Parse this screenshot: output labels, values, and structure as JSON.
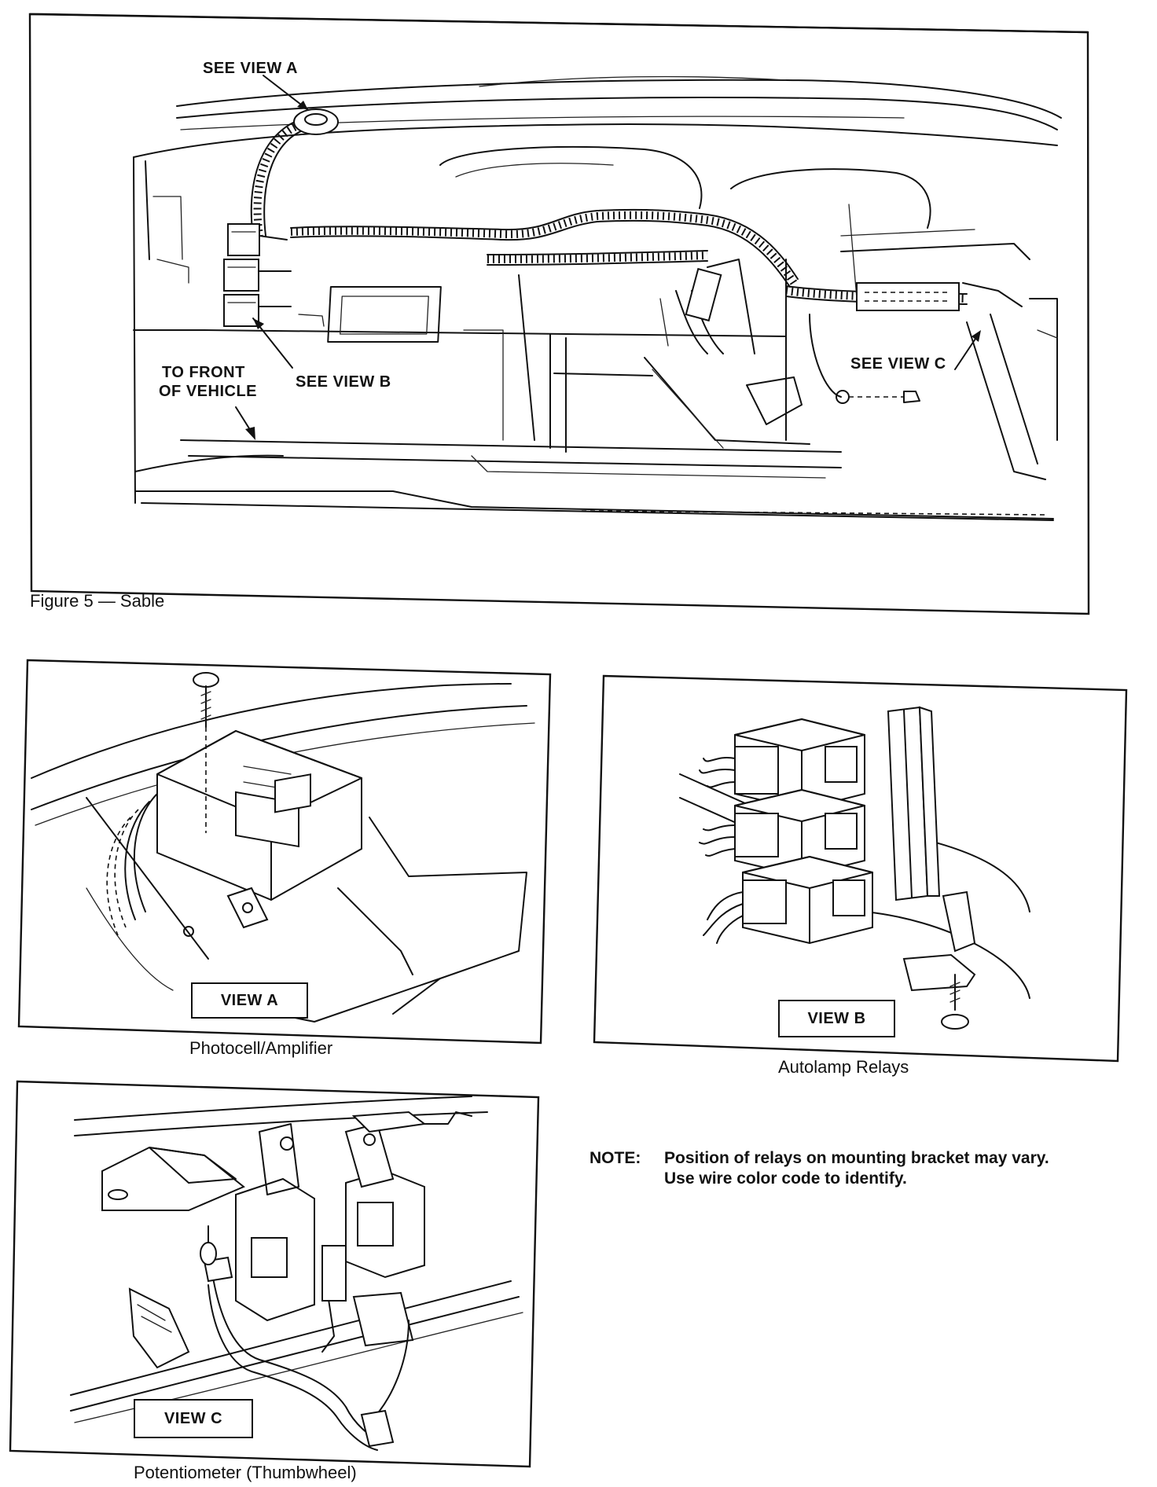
{
  "figure": {
    "caption": "Figure 5 — Sable",
    "callouts": {
      "view_a": "SEE VIEW A",
      "view_b": "SEE VIEW B",
      "view_c": "SEE VIEW C",
      "front_line1": "TO FRONT",
      "front_line2": "OF VEHICLE"
    }
  },
  "panels": {
    "view_a": {
      "label": "VIEW A",
      "caption": "Photocell/Amplifier"
    },
    "view_b": {
      "label": "VIEW B",
      "caption": "Autolamp Relays"
    },
    "view_c": {
      "label": "VIEW C",
      "caption": "Potentiometer (Thumbwheel)"
    }
  },
  "note": {
    "label": "NOTE:",
    "line1": "Position of relays on mounting bracket may vary.",
    "line2": "Use wire color code to identify."
  }
}
